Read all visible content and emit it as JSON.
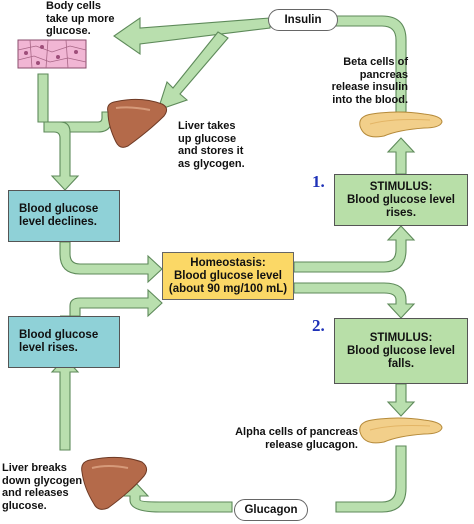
{
  "labels": {
    "body_cells": [
      "Body cells",
      "take up more",
      "glucose."
    ],
    "insulin": "Insulin",
    "beta_cells": [
      "Beta cells of",
      "pancreas",
      "release insulin",
      "into the blood."
    ],
    "liver_takes": [
      "Liver takes",
      "up glucose",
      "and stores it",
      "as glycogen."
    ],
    "alpha_cells": [
      "Alpha cells of pancreas",
      "release glucagon."
    ],
    "liver_breaks": [
      "Liver breaks",
      "down glycogen",
      "and releases",
      "glucose."
    ],
    "glucagon": "Glucagon"
  },
  "boxes": {
    "declines": [
      "Blood glucose",
      "level declines."
    ],
    "rises_left": [
      "Blood glucose",
      "level rises."
    ],
    "stimulus1": [
      "STIMULUS:",
      "Blood glucose level",
      "rises."
    ],
    "stimulus2": [
      "STIMULUS:",
      "Blood glucose level",
      "falls."
    ],
    "homeostasis": [
      "Homeostasis:",
      "Blood glucose level",
      "(about 90 mg/100 mL)"
    ]
  },
  "step_numbers": [
    "1.",
    "2."
  ],
  "colors": {
    "arrow_fill": "#b9dfae",
    "arrow_stroke": "#5e8a5a",
    "teal_box": "#8fd1d7",
    "green_box": "#b8dfa8",
    "yellow_box": "#fbd866",
    "number_blue": "#1f32b8",
    "liver": "#b46a4a",
    "pancreas": "#f2cf8a",
    "body_cells": "#f1b6d4"
  }
}
